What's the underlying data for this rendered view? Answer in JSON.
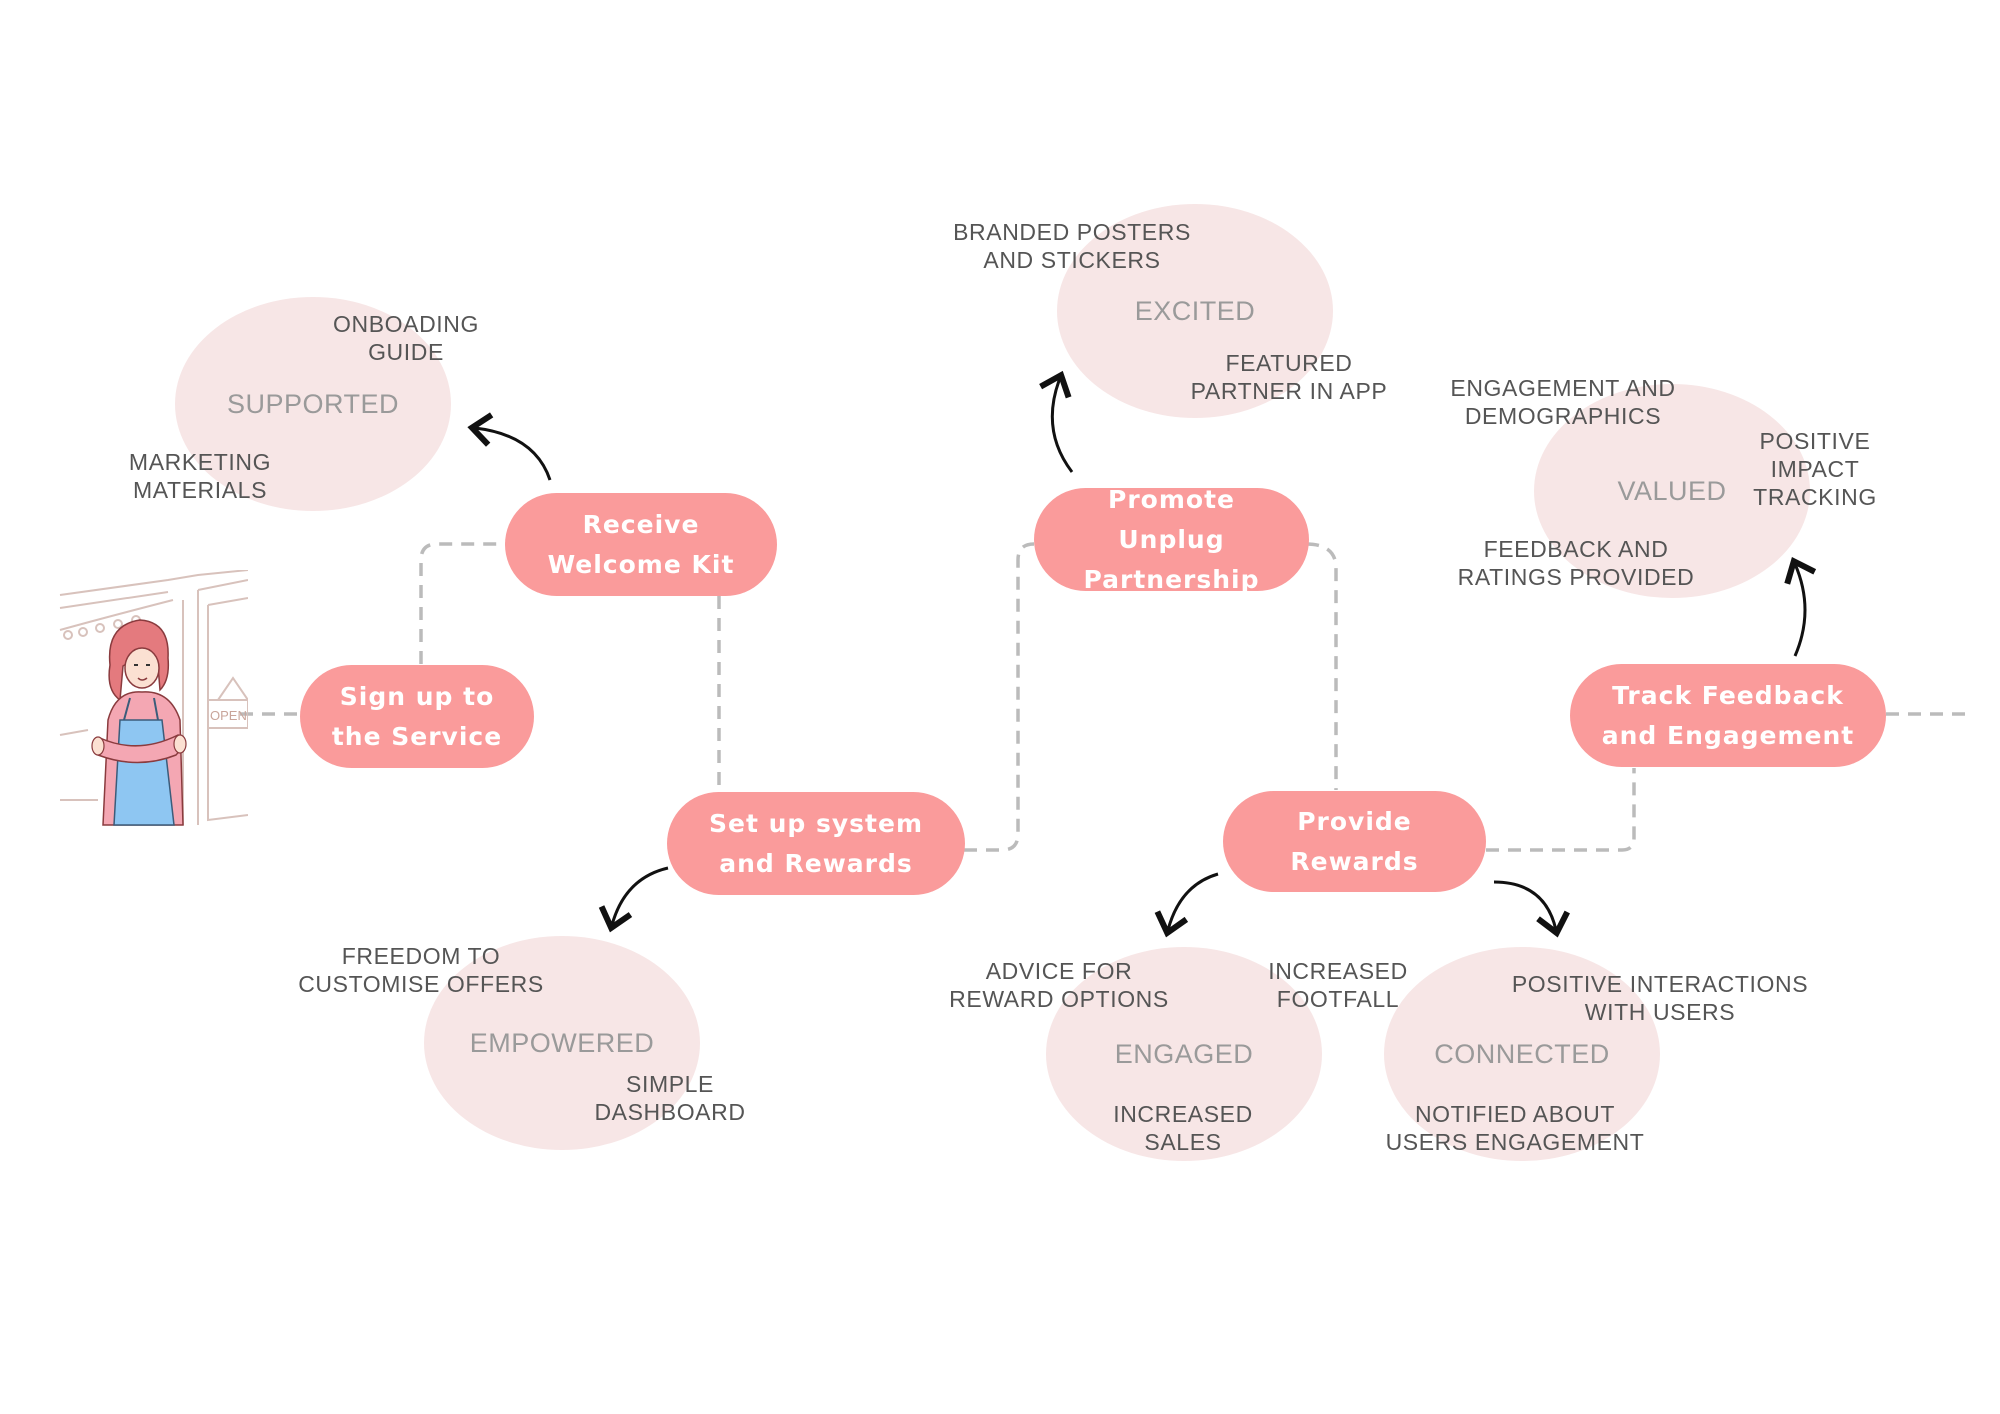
{
  "illustration": {
    "sign_text": "OPEN"
  },
  "steps": {
    "sign_up": "Sign up to the Service",
    "welcome_kit": "Receive Welcome Kit",
    "setup": "Set up system and Rewards",
    "promote": "Promote Unplug Partnership",
    "rewards": "Provide Rewards",
    "track": "Track Feedback and Engagement"
  },
  "emotions": {
    "supported": "SUPPORTED",
    "empowered": "EMPOWERED",
    "excited": "EXCITED",
    "engaged": "ENGAGED",
    "connected": "CONNECTED",
    "valued": "VALUED"
  },
  "notes": {
    "onboarding_guide": "ONBOADING\nGUIDE",
    "marketing_materials": "MARKETING\nMATERIALS",
    "freedom_offers": "FREEDOM TO\nCUSTOMISE OFFERS",
    "simple_dashboard": "SIMPLE\nDASHBOARD",
    "branded_posters": "BRANDED POSTERS\nAND STICKERS",
    "featured_partner": "FEATURED\nPARTNER IN APP",
    "advice_rewards": "ADVICE FOR\nREWARD OPTIONS",
    "increased_footfall": "INCREASED\nFOOTFALL",
    "increased_sales": "INCREASED\nSALES",
    "positive_interactions": "POSITIVE INTERACTIONS\nWITH USERS",
    "notified_engagement": "NOTIFIED ABOUT\nUSERS ENGAGEMENT",
    "engagement_demographics": "ENGAGEMENT AND\nDEMOGRAPHICS",
    "positive_impact": "POSITIVE IMPACT\nTRACKING",
    "feedback_ratings": "FEEDBACK AND\nRATINGS PROVIDED"
  },
  "colors": {
    "step_fill": "#fa9b9b",
    "emotion_fill": "#f7e6e6",
    "connector": "#bbbbbb",
    "arrow": "#111111",
    "note_text": "#555555",
    "emotion_text": "#9a9a9a"
  }
}
